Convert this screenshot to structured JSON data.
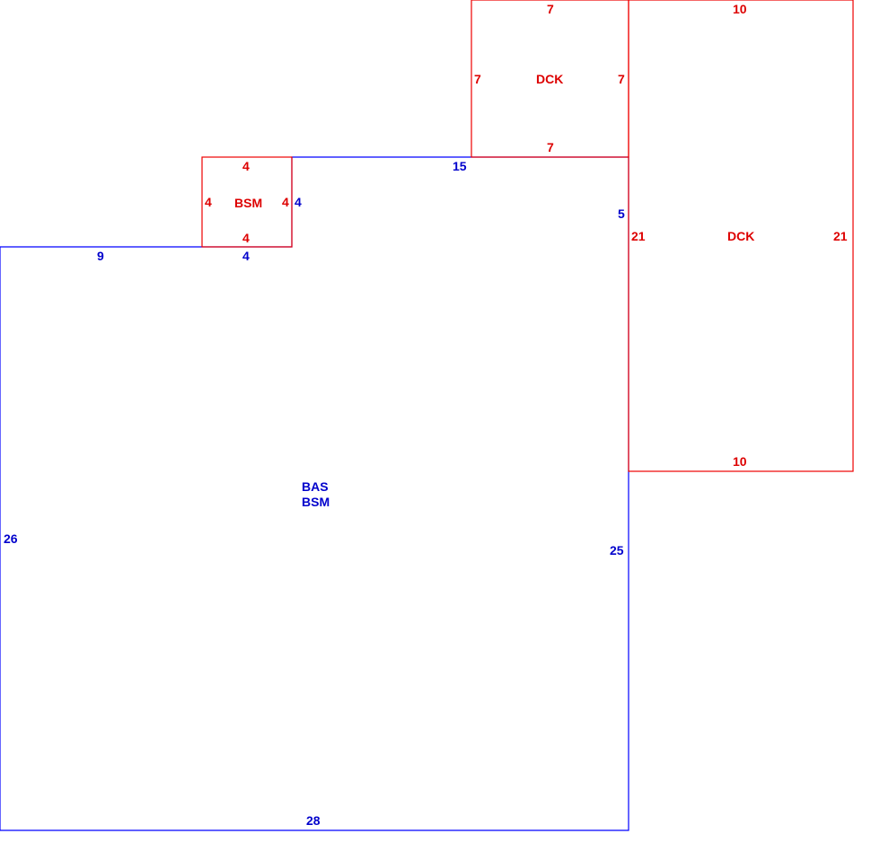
{
  "colors": {
    "main": "#0000ff",
    "addon": "#ee0000"
  },
  "areas": {
    "main": {
      "label_line1": "BAS",
      "label_line2": "BSM",
      "dims": {
        "top_left": "9",
        "step_bottom": "4",
        "step_right": "4",
        "top": "15",
        "right_upper": "5",
        "right_lower": "25",
        "bottom": "28",
        "left": "26"
      }
    },
    "bsm": {
      "label": "BSM",
      "dims": {
        "top": "4",
        "left": "4",
        "right": "4",
        "bottom": "4"
      }
    },
    "dck_small": {
      "label": "DCK",
      "dims": {
        "top": "7",
        "left": "7",
        "right": "7",
        "bottom": "7"
      }
    },
    "dck_large": {
      "label": "DCK",
      "dims": {
        "top": "10",
        "left": "21",
        "right": "21",
        "bottom": "10"
      }
    }
  }
}
